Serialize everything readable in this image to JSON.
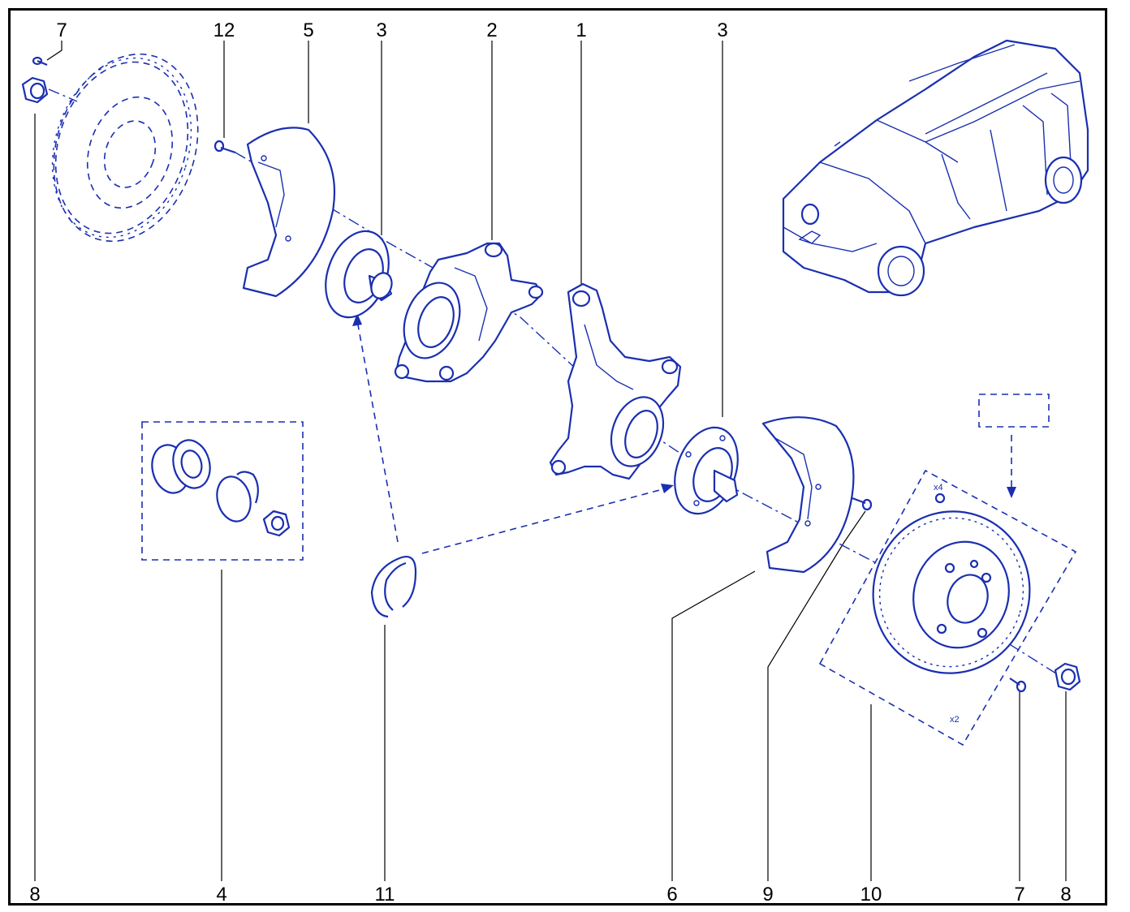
{
  "callouts": [
    {
      "id": "c7-top",
      "text": "7"
    },
    {
      "id": "c12",
      "text": "12"
    },
    {
      "id": "c5",
      "text": "5"
    },
    {
      "id": "c3-left",
      "text": "3"
    },
    {
      "id": "c2",
      "text": "2"
    },
    {
      "id": "c1",
      "text": "1"
    },
    {
      "id": "c3-right",
      "text": "3"
    },
    {
      "id": "c8-bottom-left",
      "text": "8"
    },
    {
      "id": "c4",
      "text": "4"
    },
    {
      "id": "c11",
      "text": "11"
    },
    {
      "id": "c6",
      "text": "6"
    },
    {
      "id": "c9",
      "text": "9"
    },
    {
      "id": "c10",
      "text": "10"
    },
    {
      "id": "c7-bottom",
      "text": "7"
    },
    {
      "id": "c8-bottom-right",
      "text": "8"
    }
  ],
  "kit_notes": {
    "x4": "x4",
    "x2": "x2"
  },
  "colors": {
    "line": "#1a2fb0",
    "frame": "#000000",
    "background": "#ffffff"
  }
}
